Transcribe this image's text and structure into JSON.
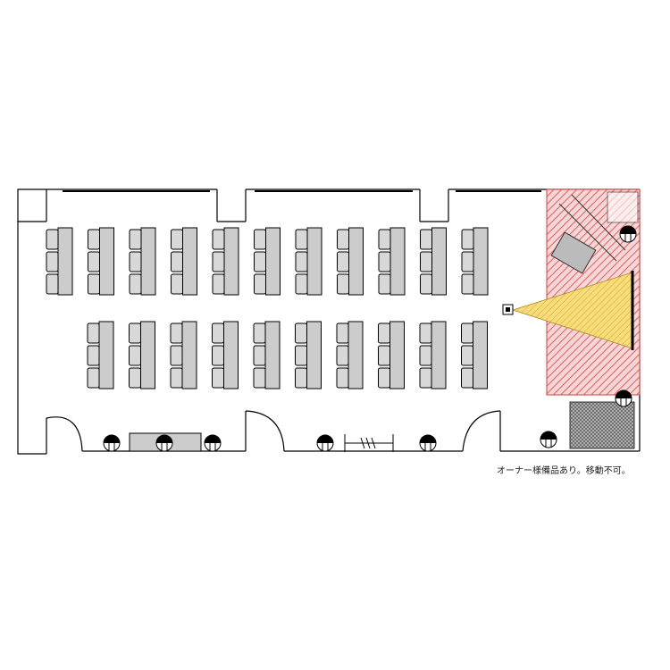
{
  "floor_plan": {
    "note": "オーナー様備品あり。移動不可。",
    "colors": {
      "wall": "#000000",
      "desk_fill": "#cccccc",
      "desk_stroke": "#000000",
      "restricted_hatch": "#e06060",
      "projection_beam": "#f4d060",
      "storage_fill": "#aaaaaa"
    },
    "desk_rows": [
      {
        "name": "front-row",
        "desk_count": 11,
        "seats_per_desk": 3
      },
      {
        "name": "back-row",
        "desk_count": 10,
        "seats_per_desk": 3
      }
    ],
    "elements": [
      "projector-icon",
      "projection-beam",
      "projection-screen",
      "owner-equipment-area",
      "storage-area",
      "electrical-outlet-icon"
    ]
  }
}
